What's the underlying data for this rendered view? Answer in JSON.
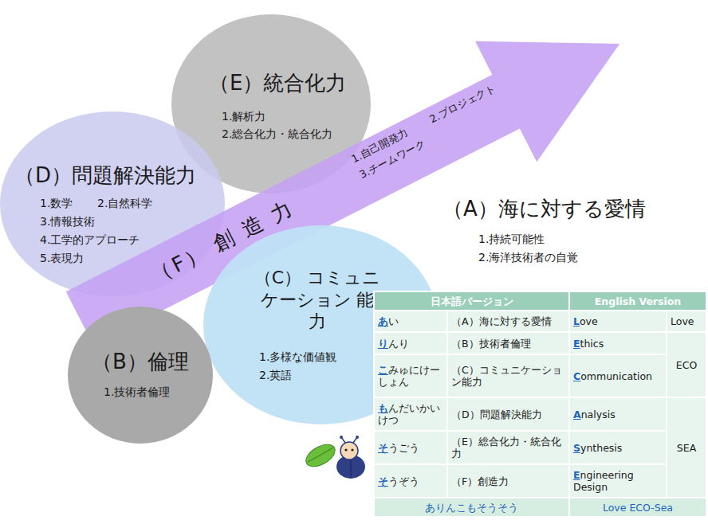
{
  "diagram": {
    "nodes": [
      {
        "text": [
          "（A）海に対する愛情",
          "1.持続可能性",
          "2.海洋技術者の自覚"
        ]
      },
      {
        "text": [
          "（E）統合化力",
          "1.解析力",
          "2.総合化力・統合化力"
        ]
      },
      {
        "text": [
          "（D）問題解決能力",
          "1.数学",
          "2.自然科学",
          "3.情報技術",
          "4.工学的アプローチ",
          "5.表現力"
        ]
      },
      {
        "text": [
          "（F） 創 造 力",
          "1.自己開発力",
          "2.プロジェクト",
          "3.チームワーク"
        ]
      },
      {
        "text": [
          "（C） コミュニケーション 能力",
          "1.多様な価値観",
          "2.英語"
        ]
      },
      {
        "text": [
          "（B）倫理",
          "1.技術者倫理"
        ]
      }
    ],
    "labels": [
      "日本語バージョン",
      "English Version",
      "あい",
      "（A）海に対する愛情",
      "Love",
      "Love",
      "りんり",
      "（B）技術者倫理",
      "Ethics",
      "ECO",
      "こみゅにけーしょん",
      "（C）コミュニケーション能力",
      "Communication",
      "もんだいかいけつ",
      "（D）問題解決能力",
      "Analysis",
      "SEA",
      "そうごう",
      "（E）総合化力・統合化力",
      "Synthesis",
      "そうぞう",
      "（F）創造力",
      "Engineering Design",
      "ありんこもそうそう",
      "Love ECO-Sea"
    ]
  }
}
